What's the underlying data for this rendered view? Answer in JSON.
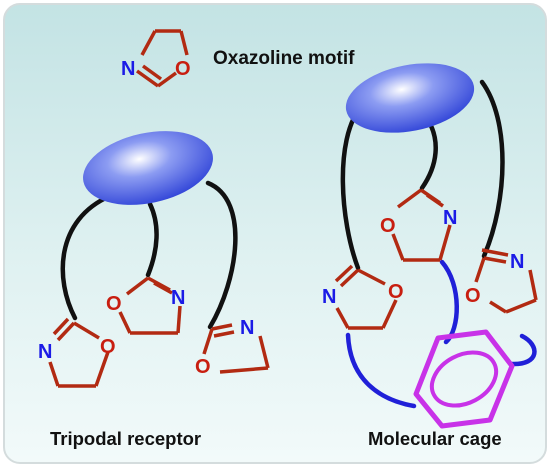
{
  "labels": {
    "motif": "Oxazoline motif",
    "tripodal": "Tripodal receptor",
    "cage": "Molecular cage"
  },
  "atoms": {
    "nitrogen": "N",
    "oxygen": "O"
  },
  "colors": {
    "background_top": "#c7e6e6",
    "background_bottom": "#edf8f8",
    "border": "#d9dfe0",
    "ring_bond": "#b22a12",
    "nitrogen": "#1b1be6",
    "oxygen": "#c81e10",
    "linker": "#111111",
    "cage_linker": "#2020d8",
    "benzene": "#c832e8",
    "ellipse_fill": "#5a6de6"
  },
  "icons": {
    "platform": "blue-ellipse",
    "guest": "benzene-ring"
  }
}
